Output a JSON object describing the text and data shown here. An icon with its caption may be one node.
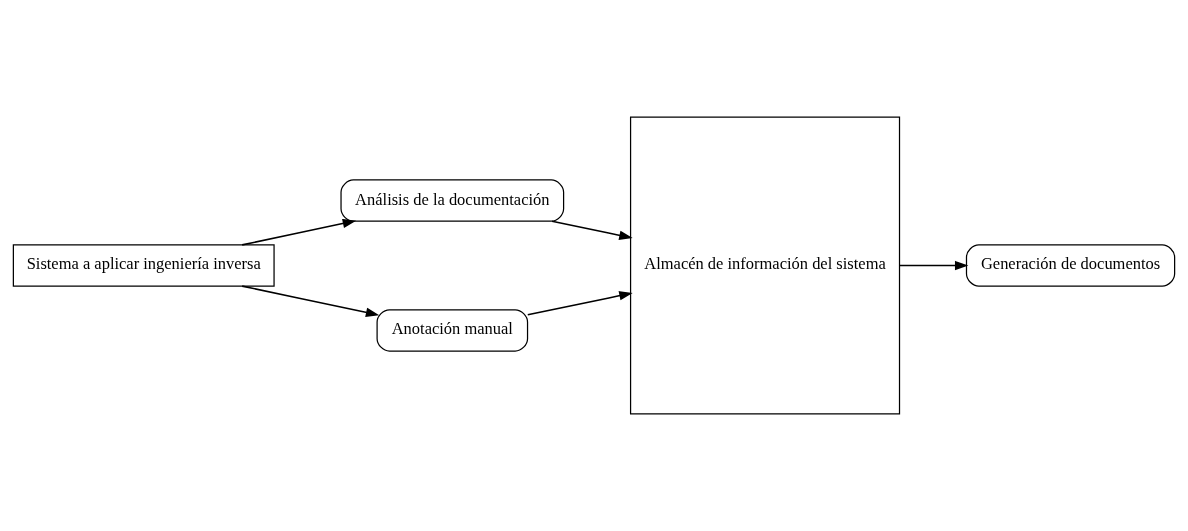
{
  "diagram": {
    "nodes": [
      {
        "text": [
          "Sistema a aplicar ingeniería inversa"
        ]
      },
      {
        "text": [
          "Análisis de la documentación"
        ]
      },
      {
        "text": [
          "Anotación manual"
        ]
      },
      {
        "text": [
          "Almacén de información del sistema"
        ]
      },
      {
        "text": [
          "Generación de documentos"
        ]
      }
    ],
    "edges": [
      {
        "from": 0,
        "to": 1,
        "arrow": "to"
      },
      {
        "from": 0,
        "to": 2,
        "arrow": "to"
      },
      {
        "from": 1,
        "to": 3,
        "arrow": "to"
      },
      {
        "from": 2,
        "to": 3,
        "arrow": "to"
      },
      {
        "from": 3,
        "to": 4,
        "arrow": "to"
      }
    ]
  }
}
